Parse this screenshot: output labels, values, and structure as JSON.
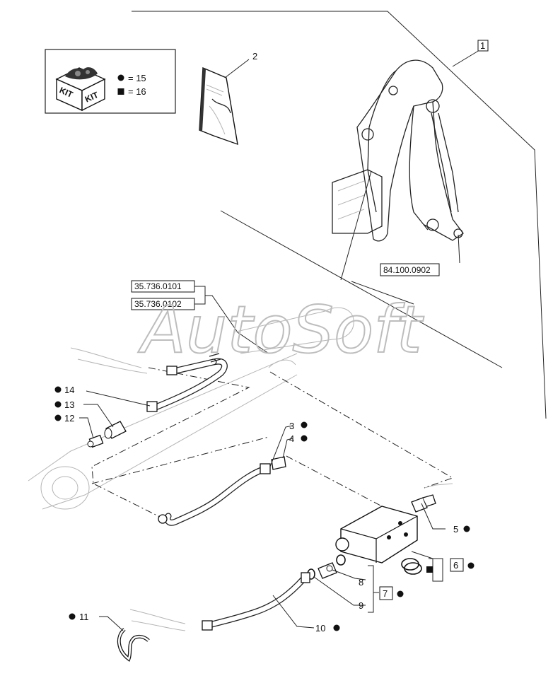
{
  "watermark": "AutoSoft",
  "kit_legend": {
    "kit_text": "KIT",
    "circle_entry": "= 15",
    "square_entry": "= 16"
  },
  "references": {
    "ref_1": "1",
    "ref_6": "6",
    "ref_7": "7",
    "hose_ref_a": "35.736.0101",
    "hose_ref_b": "35.736.0102",
    "loader_ref": "84.100.0902"
  },
  "callouts": {
    "c2": "2",
    "c3": "3",
    "c4": "4",
    "c5": "5",
    "c8": "8",
    "c9": "9",
    "c10": "10",
    "c11": "11",
    "c12": "12",
    "c13": "13",
    "c14": "14"
  },
  "symbol_meaning": {
    "circle": "kit 15",
    "square": "kit 16"
  }
}
